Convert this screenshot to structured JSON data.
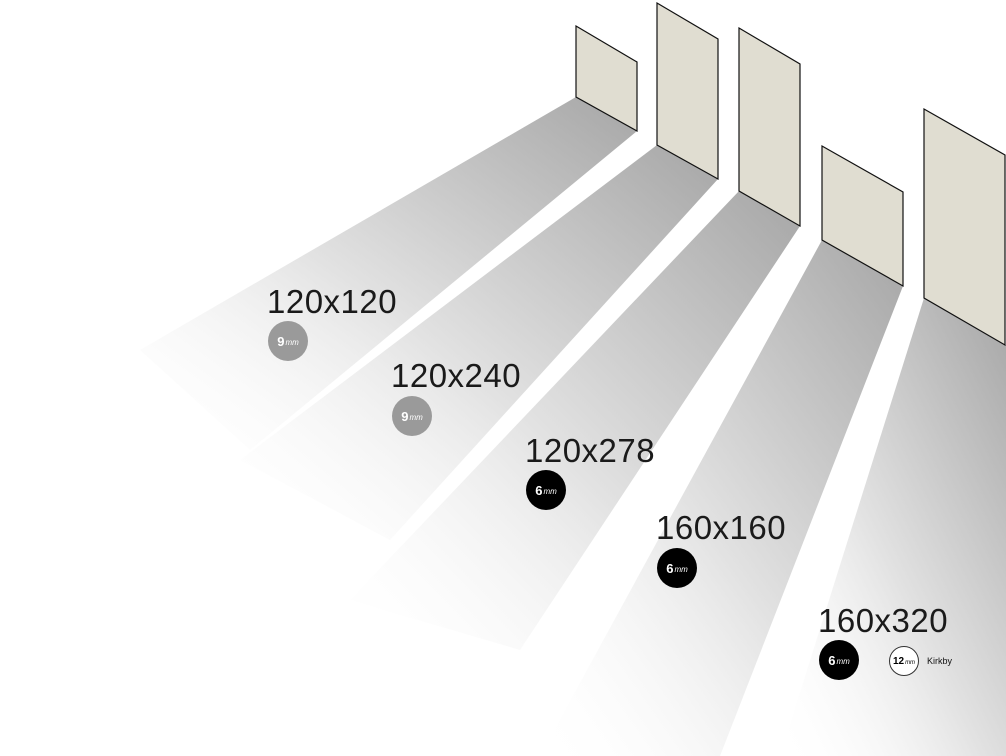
{
  "tiles": [
    {
      "size": "120x120",
      "badges": [
        {
          "value": "9",
          "unit": "mm",
          "style": "gray"
        }
      ]
    },
    {
      "size": "120x240",
      "badges": [
        {
          "value": "9",
          "unit": "mm",
          "style": "gray"
        }
      ]
    },
    {
      "size": "120x278",
      "badges": [
        {
          "value": "6",
          "unit": "mm",
          "style": "black"
        }
      ]
    },
    {
      "size": "160x160",
      "badges": [
        {
          "value": "6",
          "unit": "mm",
          "style": "black"
        }
      ]
    },
    {
      "size": "160x320",
      "badges": [
        {
          "value": "6",
          "unit": "mm",
          "style": "black"
        },
        {
          "value": "12",
          "unit": "mm",
          "style": "outline"
        }
      ],
      "extra": "Kirkby"
    }
  ],
  "colors": {
    "tile": "#e0ddd1",
    "shadow": "#a8a8a8",
    "gray_badge": "#9a9a9a"
  }
}
